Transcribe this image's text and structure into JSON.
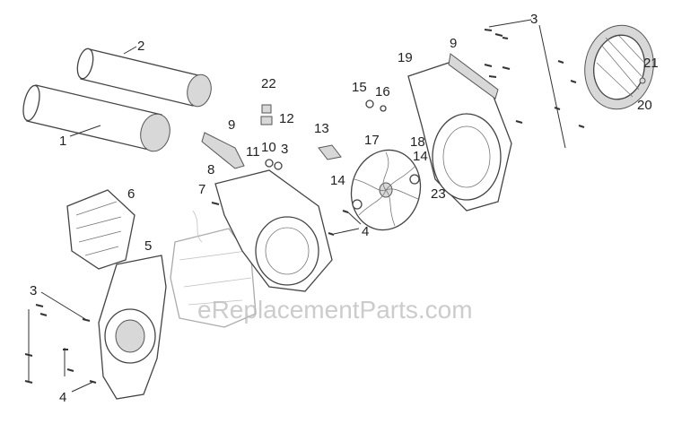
{
  "diagram": {
    "watermark": "eReplacementParts.com",
    "callouts": {
      "c1": "1",
      "c2": "2",
      "c3_top": "3",
      "c3_left": "3",
      "c3_mid": "3",
      "c4_left": "4",
      "c4_mid": "4",
      "c5": "5",
      "c6": "6",
      "c7": "7",
      "c8": "8",
      "c9_left": "9",
      "c9_top": "9",
      "c10": "10",
      "c11": "11",
      "c12": "12",
      "c13": "13",
      "c14_a": "14",
      "c14_b": "14",
      "c15": "15",
      "c16": "16",
      "c17": "17",
      "c18": "18",
      "c19": "19",
      "c20": "20",
      "c21": "21",
      "c22": "22",
      "c23": "23"
    }
  }
}
